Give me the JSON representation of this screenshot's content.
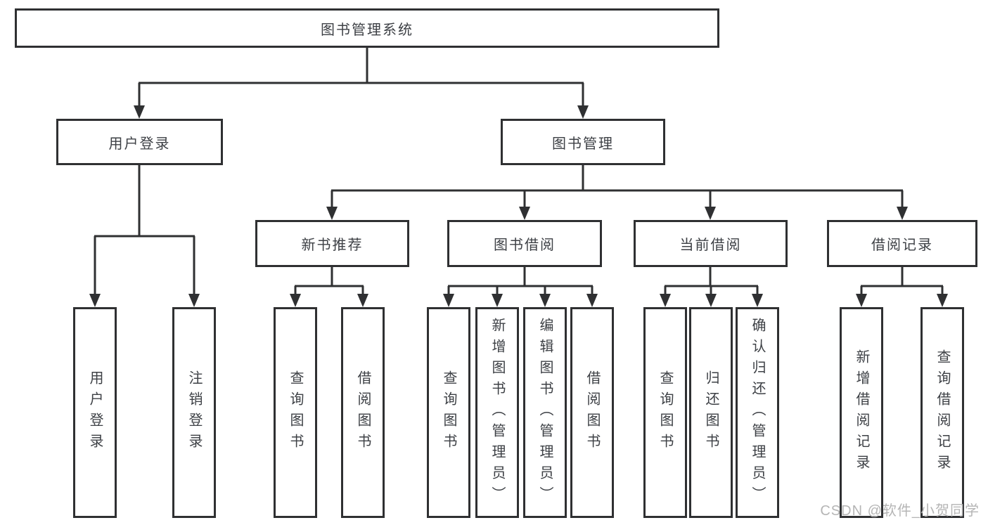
{
  "diagram": {
    "title": "图书管理系统",
    "root": {
      "label": "图书管理系统"
    },
    "level2": [
      {
        "label": "用户登录"
      },
      {
        "label": "图书管理"
      }
    ],
    "level3": [
      {
        "label": "新书推荐",
        "parent": "图书管理"
      },
      {
        "label": "图书借阅",
        "parent": "图书管理"
      },
      {
        "label": "当前借阅",
        "parent": "图书管理"
      },
      {
        "label": "借阅记录",
        "parent": "图书管理"
      }
    ],
    "leaves": [
      {
        "label": "用户登录",
        "parent": "用户登录"
      },
      {
        "label": "注销登录",
        "parent": "用户登录"
      },
      {
        "label": "查询图书",
        "parent": "新书推荐"
      },
      {
        "label": "借阅图书",
        "parent": "新书推荐"
      },
      {
        "label": "查询图书",
        "parent": "图书借阅"
      },
      {
        "label": "新增图书（管理员）",
        "parent": "图书借阅"
      },
      {
        "label": "编辑图书（管理员）",
        "parent": "图书借阅"
      },
      {
        "label": "借阅图书",
        "parent": "图书借阅"
      },
      {
        "label": "查询图书",
        "parent": "当前借阅"
      },
      {
        "label": "归还图书",
        "parent": "当前借阅"
      },
      {
        "label": "确认归还（管理员）",
        "parent": "当前借阅"
      },
      {
        "label": "新增借阅记录",
        "parent": "借阅记录"
      },
      {
        "label": "查询借阅记录",
        "parent": "借阅记录"
      }
    ],
    "watermark": "CSDN @软件_小贺同学",
    "colors": {
      "line": "#2f3032",
      "text": "#3d4045",
      "watermark": "#b5b5b5",
      "background": "#ffffff"
    }
  }
}
